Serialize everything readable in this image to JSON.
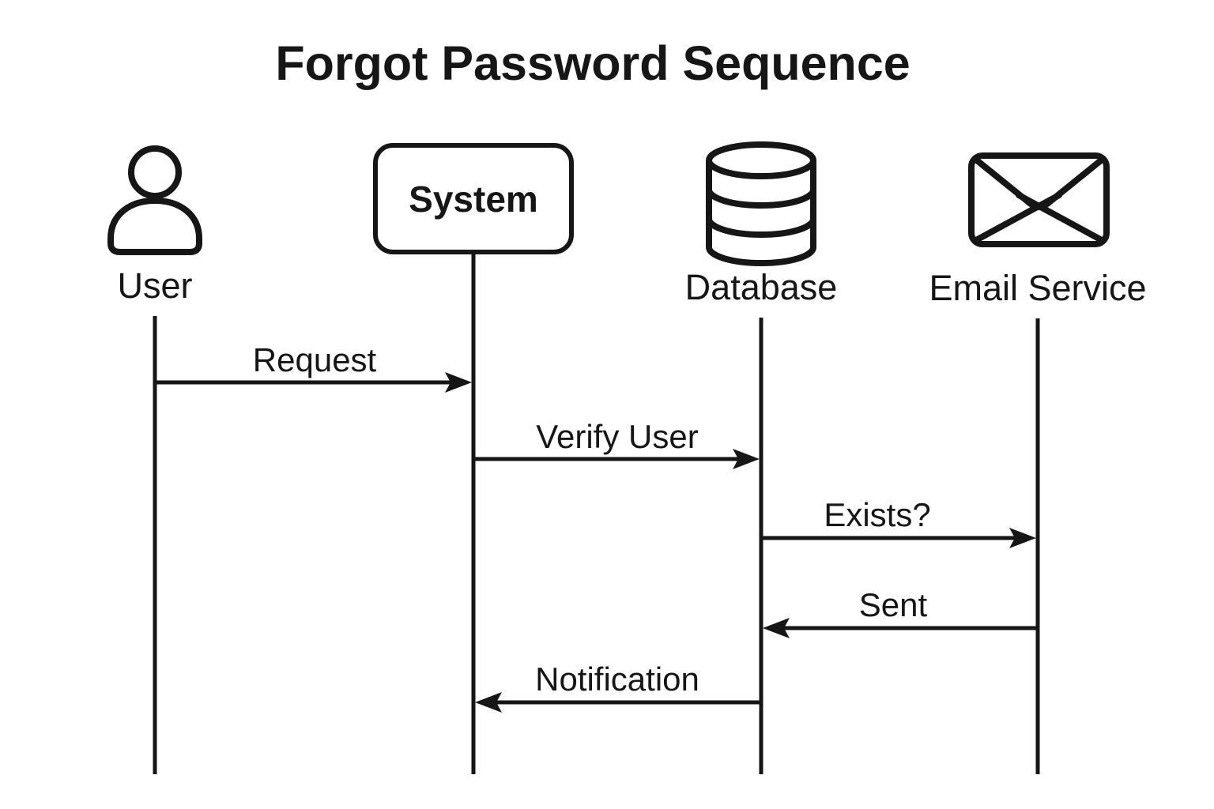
{
  "title": "Forgot Password Sequence",
  "colors": {
    "stroke": "#161616",
    "background": "#ffffff"
  },
  "diagram_type": "sequence-diagram",
  "participants": [
    {
      "id": "user",
      "label": "User",
      "icon": "person-icon"
    },
    {
      "id": "system",
      "label": "System",
      "icon": "rounded-rectangle-box"
    },
    {
      "id": "database",
      "label": "Database",
      "icon": "database-cylinder-icon"
    },
    {
      "id": "email",
      "label": "Email Service",
      "icon": "envelope-icon"
    }
  ],
  "messages": [
    {
      "label": "Request",
      "from": "User",
      "to": "System"
    },
    {
      "label": "Verify User",
      "from": "System",
      "to": "Database"
    },
    {
      "label": "Exists?",
      "from": "Database",
      "to": "Email Service"
    },
    {
      "label": "Sent",
      "from": "Email Service",
      "to": "Database"
    },
    {
      "label": "Notification",
      "from": "Database",
      "to": "System"
    }
  ]
}
